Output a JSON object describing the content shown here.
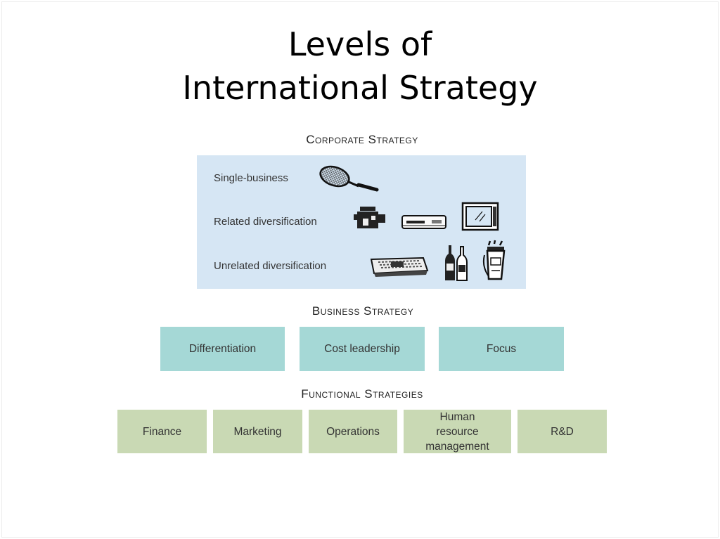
{
  "title": {
    "line1": "Levels of",
    "line2": "International Strategy"
  },
  "corporate": {
    "heading": "Corporate Strategy",
    "rows": [
      {
        "label": "Single-business",
        "icons": [
          "tennis-racket-icon"
        ]
      },
      {
        "label": "Related diversification",
        "icons": [
          "video-camera-icon",
          "vcr-icon",
          "television-icon"
        ]
      },
      {
        "label": "Unrelated diversification",
        "icons": [
          "newspaper-icon",
          "wine-bottles-icon",
          "golf-bag-icon"
        ]
      }
    ]
  },
  "business": {
    "heading": "Business Strategy",
    "items": [
      "Differentiation",
      "Cost leadership",
      "Focus"
    ]
  },
  "functional": {
    "heading": "Functional Strategies",
    "items": [
      "Finance",
      "Marketing",
      "Operations",
      "Human resource management",
      "R&D"
    ]
  },
  "colors": {
    "corporate_panel": "#d6e6f4",
    "business_box": "#a5d8d6",
    "functional_box": "#c9d9b4"
  }
}
